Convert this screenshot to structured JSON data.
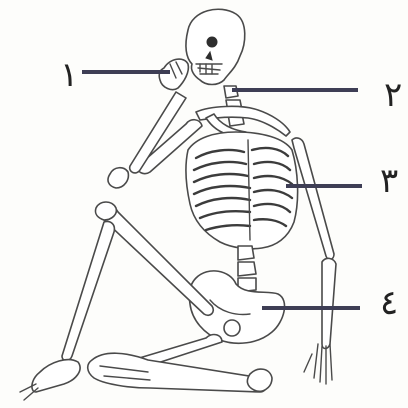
{
  "callouts": [
    {
      "number": "١"
    },
    {
      "number": "٢"
    },
    {
      "number": "٣"
    },
    {
      "number": "٤"
    }
  ],
  "colors": {
    "pointer": "#3e3e55",
    "bone_outline": "#4a4a4a",
    "background": "#fdfdfb"
  }
}
